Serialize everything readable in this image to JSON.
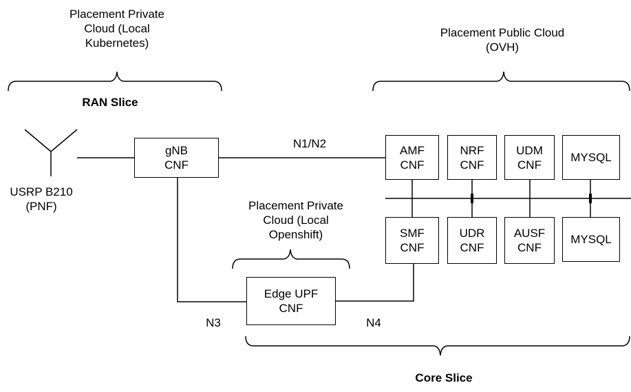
{
  "groups": {
    "private_cloud_k8s": "Placement Private\nCloud (Local\nKubernetes)",
    "public_cloud": "Placement Public Cloud\n(OVH)",
    "private_cloud_openshift": "Placement Private\nCloud (Local\nOpenshift)"
  },
  "slices": {
    "ran": "RAN Slice",
    "core": "Core Slice"
  },
  "pnf": {
    "usrp": "USRP B210\n(PNF)"
  },
  "nodes": {
    "gnb": "gNB\nCNF",
    "amf": "AMF\nCNF",
    "nrf": "NRF\nCNF",
    "udm": "UDM\nCNF",
    "mysql_top": "MYSQL",
    "smf": "SMF\nCNF",
    "udr": "UDR\nCNF",
    "ausf": "AUSF\nCNF",
    "mysql_bottom": "MYSQL",
    "edge_upf": "Edge UPF\nCNF"
  },
  "interfaces": {
    "n1n2": "N1/N2",
    "n3": "N3",
    "n4": "N4"
  }
}
